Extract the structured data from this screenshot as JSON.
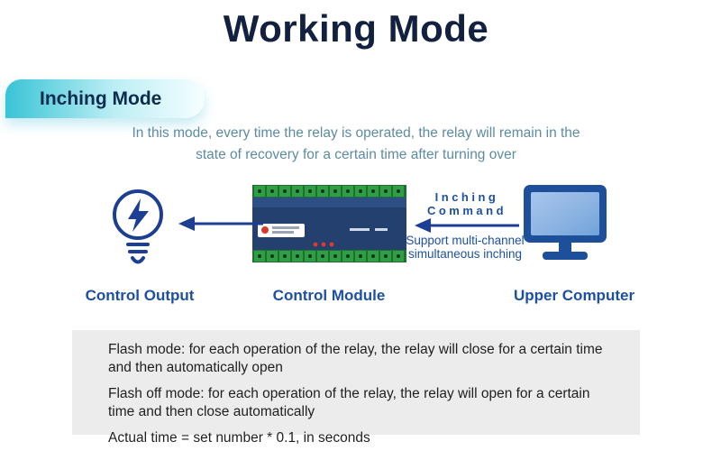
{
  "title": "Working Mode",
  "badge": {
    "label": "Inching Mode"
  },
  "description": {
    "line1": "In this mode, every time the relay is operated, the relay will remain in the",
    "line2": "state of recovery for a certain time after turning over"
  },
  "diagram": {
    "output_label": "Control Output",
    "module_label": "Control Module",
    "computer_label": "Upper Computer",
    "command_label": "Inching Command",
    "support_label": "Support multi-channel simultaneous inching"
  },
  "notes": {
    "items": [
      "Flash mode: for each operation of the relay, the relay will close for a certain time and then automatically open",
      "Flash off mode: for each operation of the relay, the relay will open for a certain time and then close automatically",
      "Actual time = set number * 0.1, in seconds"
    ]
  },
  "colors": {
    "title": "#12213f",
    "badge-start": "#38c4d6",
    "badge-end": "#f6feff",
    "desc": "#5d8ba0",
    "label-blue": "#1d50a2",
    "arrow-navy": "#1c3f94",
    "notes-bg": "#ececec",
    "notes-text": "#1f1f1f"
  }
}
